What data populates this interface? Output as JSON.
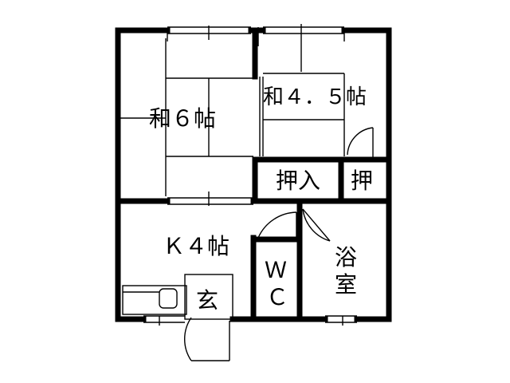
{
  "colors": {
    "wall": "#000000",
    "line": "#000000",
    "background": "#ffffff"
  },
  "rooms": {
    "washitsu_6": "和６帖",
    "washitsu_45": "和４．５帖",
    "oshiire": "押入",
    "oshi": "押",
    "kitchen": "Ｋ４帖",
    "wc_top": "Ｗ",
    "wc_bottom": "Ｃ",
    "bath_top": "浴",
    "bath_bottom": "室",
    "genkan": "玄"
  }
}
